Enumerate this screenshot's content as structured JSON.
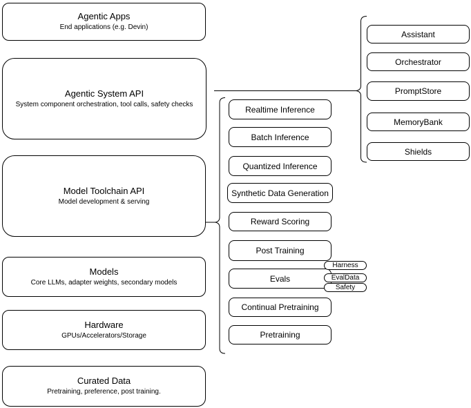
{
  "diagram": {
    "layers": [
      {
        "title": "Agentic Apps",
        "subtitle": "End applications (e.g. Devin)"
      },
      {
        "title": "Agentic System API",
        "subtitle": "System component orchestration, tool calls, safety checks"
      },
      {
        "title": "Model Toolchain API",
        "subtitle": "Model development & serving"
      },
      {
        "title": "Models",
        "subtitle": "Core LLMs, adapter weights, secondary models"
      },
      {
        "title": "Hardware",
        "subtitle": "GPUs/Accelerators/Storage"
      },
      {
        "title": "Curated Data",
        "subtitle": "Pretraining, preference, post training."
      }
    ],
    "toolchain_services": [
      "Realtime Inference",
      "Batch Inference",
      "Quantized Inference",
      "Synthetic Data Generation",
      "Reward Scoring",
      "Post Training",
      "Evals",
      "Continual Pretraining",
      "Pretraining"
    ],
    "eval_components": [
      "Harness",
      "EvalData",
      "Safety"
    ],
    "system_components": [
      "Assistant",
      "Orchestrator",
      "PromptStore",
      "MemoryBank",
      "Shields"
    ],
    "colors": {
      "stroke": "#000000",
      "background": "#ffffff",
      "text": "#000000"
    }
  }
}
